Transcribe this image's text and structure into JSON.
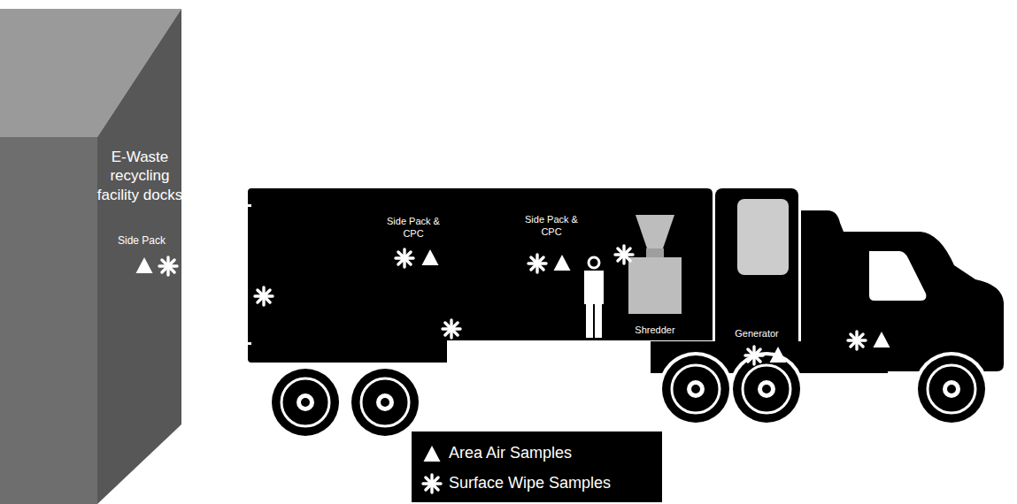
{
  "diagram": {
    "nodes": [
      {
        "text": [
          "E-Waste recycling facility docks",
          "Side Pack"
        ]
      },
      {
        "text": [
          "Side Pack & CPC",
          "Side Pack & CPC"
        ]
      },
      {
        "text": [
          "Worker"
        ],
        "in": 1
      },
      {
        "text": [
          "Shredder"
        ],
        "in": 1
      },
      {
        "text": [
          "Generator"
        ]
      }
    ],
    "legend": [
      {
        "text": "Area Air Samples"
      },
      {
        "text": "Surface Wipe Samples"
      }
    ]
  }
}
